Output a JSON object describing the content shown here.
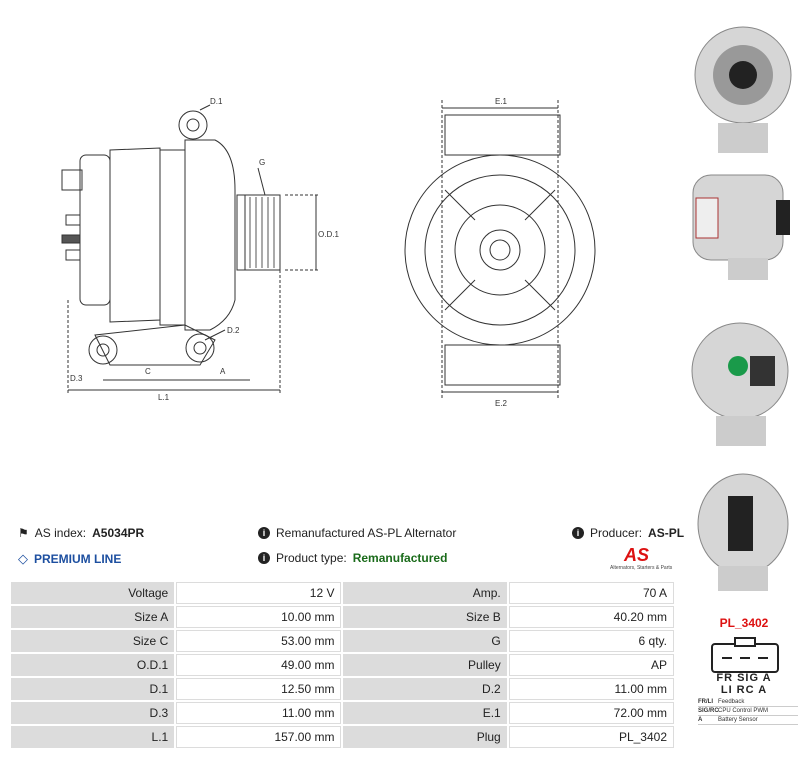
{
  "drawing_labels": {
    "d1": "D.1",
    "g": "G",
    "od1": "O.D.1",
    "d2": "D.2",
    "d3": "D.3",
    "c": "C",
    "a": "A",
    "l1": "L.1",
    "e1": "E.1",
    "e2": "E.2"
  },
  "info": {
    "as_index_label": "AS index:",
    "as_index_value": "A5034PR",
    "description": "Remanufactured AS-PL Alternator",
    "producer_label": "Producer:",
    "producer_value": "AS-PL",
    "premium": "PREMIUM LINE",
    "product_type_label": "Product type:",
    "product_type_value": "Remanufactured",
    "logo_text": "AS",
    "logo_tagline": "Alternators, Starters & Parts"
  },
  "specs": [
    [
      "Voltage",
      "12 V",
      "Amp.",
      "70 A"
    ],
    [
      "Size A",
      "10.00 mm",
      "Size B",
      "40.20 mm"
    ],
    [
      "Size C",
      "53.00 mm",
      "G",
      "6 qty."
    ],
    [
      "O.D.1",
      "49.00 mm",
      "Pulley",
      "AP"
    ],
    [
      "D.1",
      "12.50 mm",
      "D.2",
      "11.00 mm"
    ],
    [
      "D.3",
      "11.00 mm",
      "E.1",
      "72.00 mm"
    ],
    [
      "L.1",
      "157.00 mm",
      "Plug",
      "PL_3402"
    ]
  ],
  "plug": {
    "title": "PL_3402",
    "pins_top": "FR SIG  A",
    "pins_bottom": "LI  RC  A",
    "legend": [
      {
        "key": "FR/LI",
        "text": "Feedback"
      },
      {
        "key": "SIG/RC",
        "text": "CPU Control PWM"
      },
      {
        "key": "A",
        "text": "Battery Sensor"
      }
    ]
  },
  "colors": {
    "accent_blue": "#1d4fa0",
    "accent_green": "#1a6b1a",
    "accent_red": "#d11111"
  }
}
